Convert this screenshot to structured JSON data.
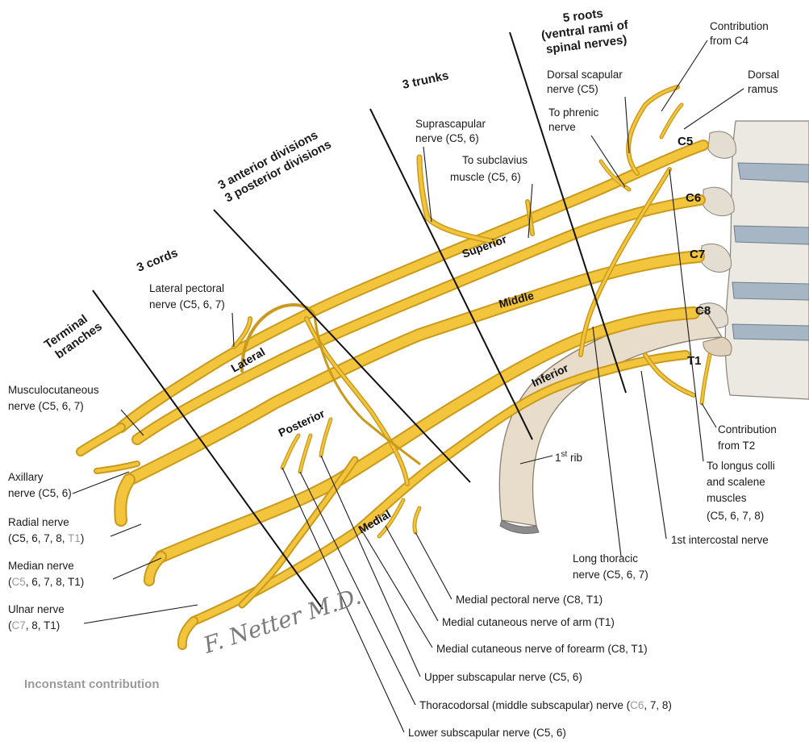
{
  "headers": {
    "roots": [
      "5 roots",
      "(ventral rami of",
      "spinal nerves)"
    ],
    "trunks": "3 trunks",
    "divisions": [
      "3 anterior divisions",
      "3 posterior divisions"
    ],
    "cords": "3 cords",
    "terminal": [
      "Terminal",
      "branches"
    ]
  },
  "roots": [
    "C5",
    "C6",
    "C7",
    "C8",
    "T1"
  ],
  "trunks": {
    "superior": "Superior",
    "middle": "Middle",
    "inferior": "Inferior"
  },
  "cords": {
    "lateral": "Lateral",
    "posterior": "Posterior",
    "medial": "Medial"
  },
  "labels": {
    "contribution_c4": [
      "Contribution",
      "from C4"
    ],
    "dorsal_ramus": [
      "Dorsal",
      "ramus"
    ],
    "dorsal_scapular": [
      "Dorsal scapular",
      "nerve (C5)"
    ],
    "phrenic": [
      "To phrenic",
      "nerve"
    ],
    "suprascapular": [
      "Suprascapular",
      "nerve (C5, 6)"
    ],
    "subclavius": [
      "To subclavius",
      "muscle (C5, 6)"
    ],
    "lateral_pectoral": [
      "Lateral pectoral",
      "nerve (C5, 6, 7)"
    ],
    "musculocutaneous": [
      "Musculocutaneous",
      "nerve (C5, 6, 7)"
    ],
    "axillary": [
      "Axillary",
      "nerve (C5, 6)"
    ],
    "radial": {
      "line1": "Radial nerve",
      "line2_pre": "(C5, 6, 7, 8, ",
      "line2_gray": "T1",
      "line2_post": ")"
    },
    "median": {
      "line1": "Median nerve",
      "line2_pre": "(",
      "line2_gray": "C5",
      "line2_post": ", 6, 7, 8, T1)"
    },
    "ulnar": {
      "line1": "Ulnar nerve",
      "line2_pre": "(",
      "line2_gray": "C7",
      "line2_post": ", 8, T1)"
    },
    "rib_main": "1",
    "rib_sup": "st",
    "rib_tail": " rib",
    "contribution_t2": [
      "Contribution",
      "from T2"
    ],
    "longus": [
      "To longus colli",
      "and scalene",
      "muscles",
      "(C5, 6, 7, 8)"
    ],
    "intercostal": "1st intercostal nerve",
    "long_thoracic": [
      "Long thoracic",
      "nerve (C5, 6, 7)"
    ],
    "medial_pectoral": "Medial pectoral nerve (C8, T1)",
    "med_cut_arm": "Medial cutaneous nerve of arm (T1)",
    "med_cut_forearm": "Medial cutaneous nerve of forearm (C8, T1)",
    "upper_subscap": "Upper subscapular nerve (C5, 6)",
    "thoracodorsal": {
      "pre": "Thoracodorsal (middle subscapular) nerve (",
      "gray": "C6",
      "post": ", 7, 8)"
    },
    "lower_subscap": "Lower subscapular nerve (C5, 6)"
  },
  "note": "Inconstant contribution",
  "signature": "F. Netter M.D."
}
